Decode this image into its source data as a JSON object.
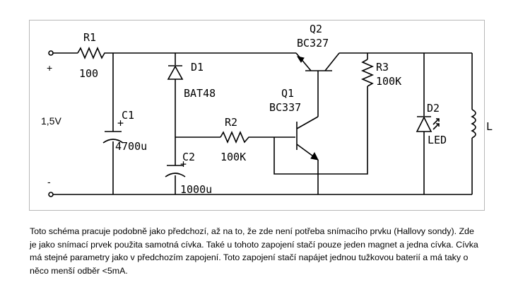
{
  "labels": {
    "r1_name": "R1",
    "r1_value": "100",
    "plus_terminal": "+",
    "minus_terminal": "-",
    "supply_voltage": "1,5V",
    "c1_name": "C1",
    "c1_value": "4700u",
    "d1_name": "D1",
    "d1_value": "BAT48",
    "c2_name": "C2",
    "c2_value": "1000u",
    "r2_name": "R2",
    "r2_value": "100K",
    "q2_name": "Q2",
    "q2_value": "BC327",
    "q1_name": "Q1",
    "q1_value": "BC337",
    "r3_name": "R3",
    "r3_value": "100K",
    "d2_name": "D2",
    "d2_value": "LED",
    "coil_label": "L",
    "cap_polarity": "+"
  },
  "caption": {
    "text": "Toto schéma pracuje podobně jako předchozí, až na to, že zde není potřeba snímacího prvku (Hallovy sondy). Zde je jako snímací prvek použita samotná cívka. Také u tohoto zapojení stačí pouze jeden magnet a jedna cívka. Cívka má stejné parametry jako v předchozím zapojení. Toto zapojení stačí napájet jednou tužkovou baterií a má taky o něco menší odběr <5mA."
  }
}
